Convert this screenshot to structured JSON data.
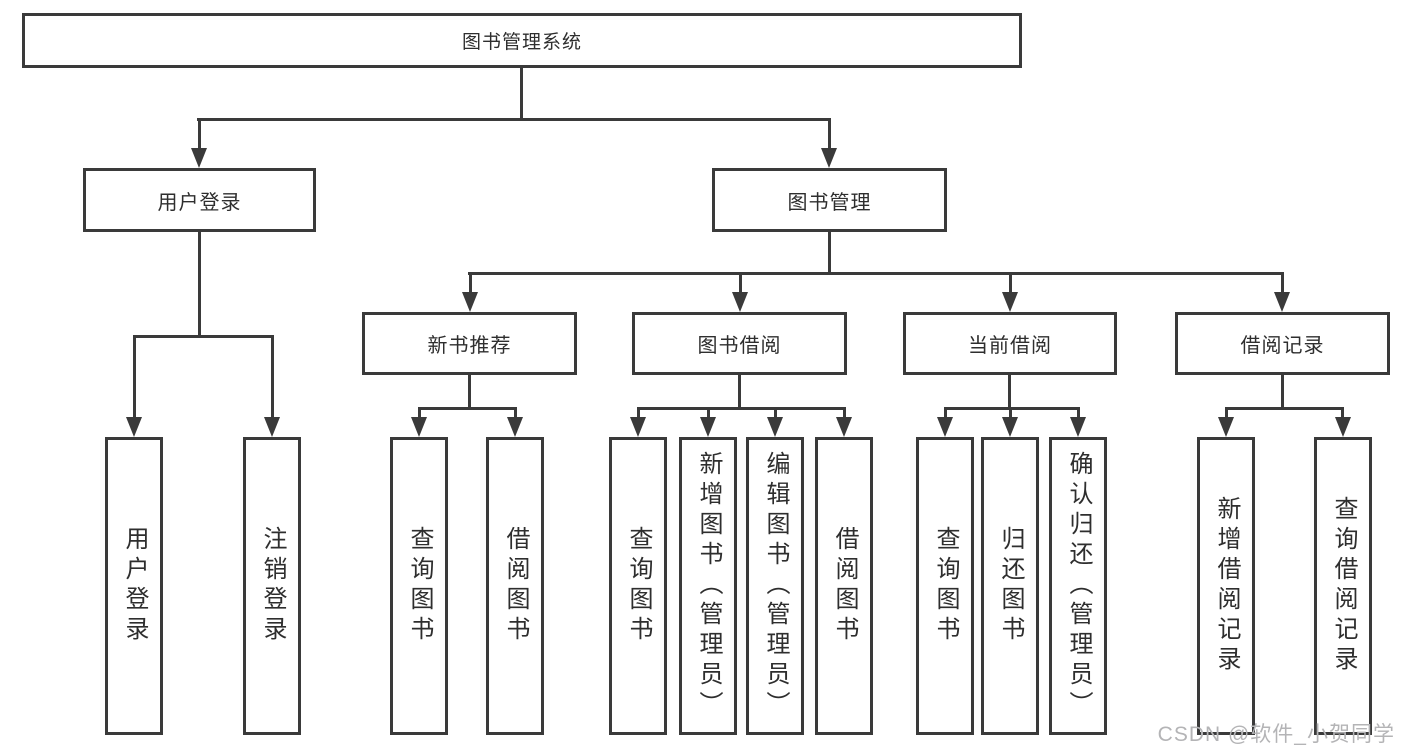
{
  "colors": {
    "line": "#3a3a3a",
    "text": "#2e2e2e",
    "bg": "#ffffff",
    "watermark": "#b4b4b6"
  },
  "diagram": {
    "root": {
      "label": "图书管理系统"
    },
    "level1": [
      {
        "label": "用户登录",
        "children": [
          {
            "label": "用户登录"
          },
          {
            "label": "注销登录"
          }
        ]
      },
      {
        "label": "图书管理",
        "children": [
          {
            "label": "新书推荐",
            "children": [
              {
                "label": "查询图书"
              },
              {
                "label": "借阅图书"
              }
            ]
          },
          {
            "label": "图书借阅",
            "children": [
              {
                "label": "查询图书"
              },
              {
                "label": "新增图书（管理员）"
              },
              {
                "label": "编辑图书（管理员）"
              },
              {
                "label": "借阅图书"
              }
            ]
          },
          {
            "label": "当前借阅",
            "children": [
              {
                "label": "查询图书"
              },
              {
                "label": "归还图书"
              },
              {
                "label": "确认归还（管理员）"
              }
            ]
          },
          {
            "label": "借阅记录",
            "children": [
              {
                "label": "新增借阅记录"
              },
              {
                "label": "查询借阅记录"
              }
            ]
          }
        ]
      }
    ]
  },
  "watermark": {
    "text": "CSDN @软件_小贺同学"
  }
}
